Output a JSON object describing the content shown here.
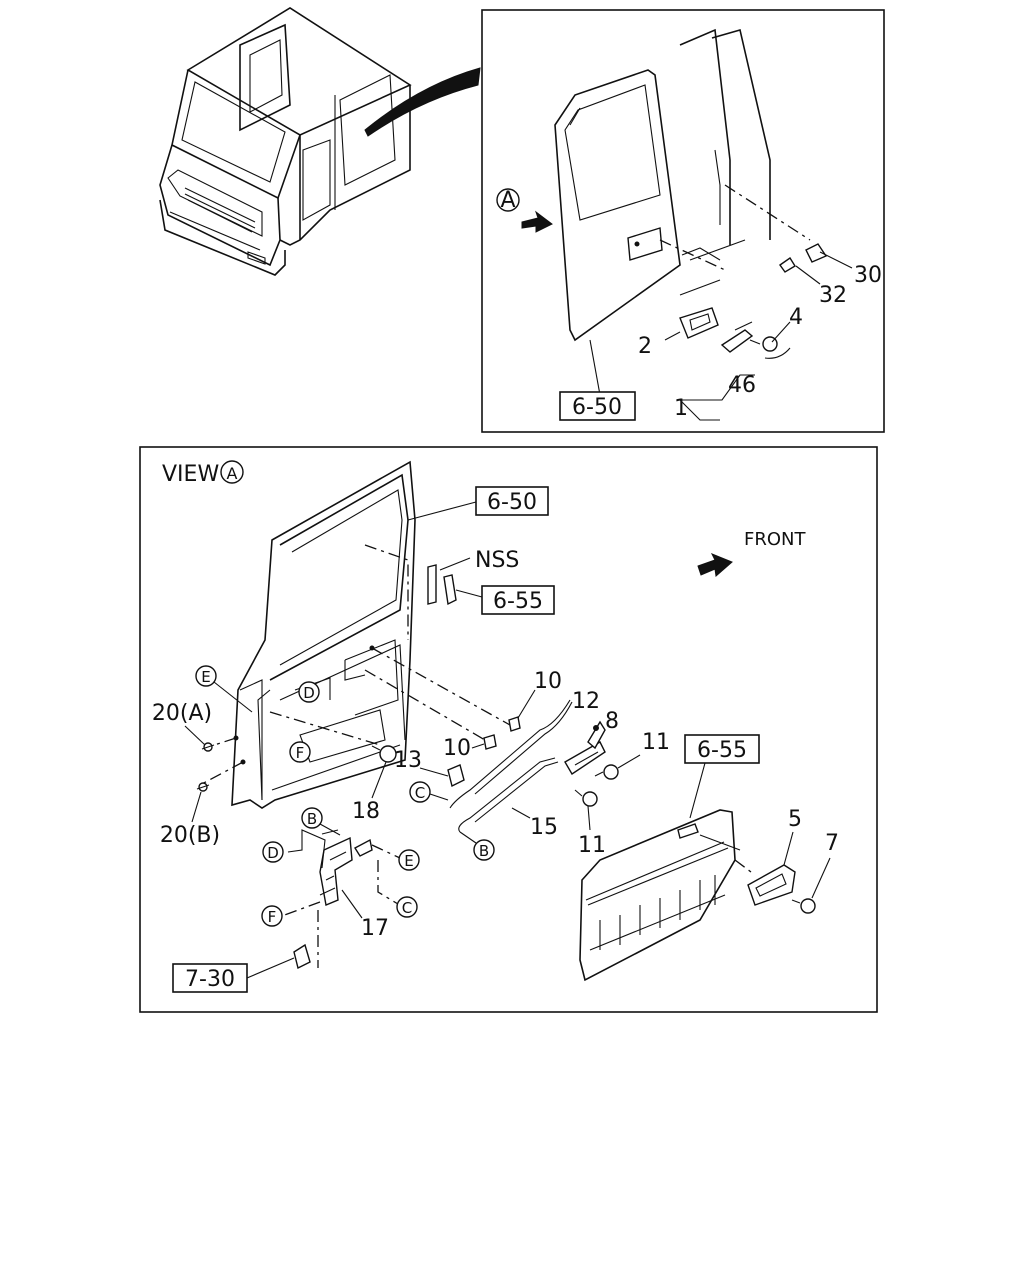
{
  "labels": {
    "callout_a": "A",
    "view_a_text": "VIEW",
    "view_a_circle": "A",
    "front": "FRONT",
    "nss": "NSS",
    "ref_6_50_top": "6-50",
    "ref_6_50_view": "6-50",
    "ref_6_55_nss": "6-55",
    "ref_6_55_panel": "6-55",
    "ref_7_30": "7-30",
    "n30": "30",
    "n32": "32",
    "n4": "4",
    "n2": "2",
    "n46": "46",
    "n1": "1",
    "n10a": "10",
    "n10b": "10",
    "n12": "12",
    "n8": "8",
    "n11a": "11",
    "n11b": "11",
    "n13": "13",
    "n15": "15",
    "n18": "18",
    "n17": "17",
    "n5": "5",
    "n7": "7",
    "n20a": "20(A)",
    "n20b": "20(B)",
    "circ_E1": "E",
    "circ_D1": "D",
    "circ_F1": "F",
    "circ_C1": "C",
    "circ_B1": "B",
    "circ_B2": "B",
    "circ_D2": "D",
    "circ_E2": "E",
    "circ_C2": "C",
    "circ_F2": "F"
  }
}
